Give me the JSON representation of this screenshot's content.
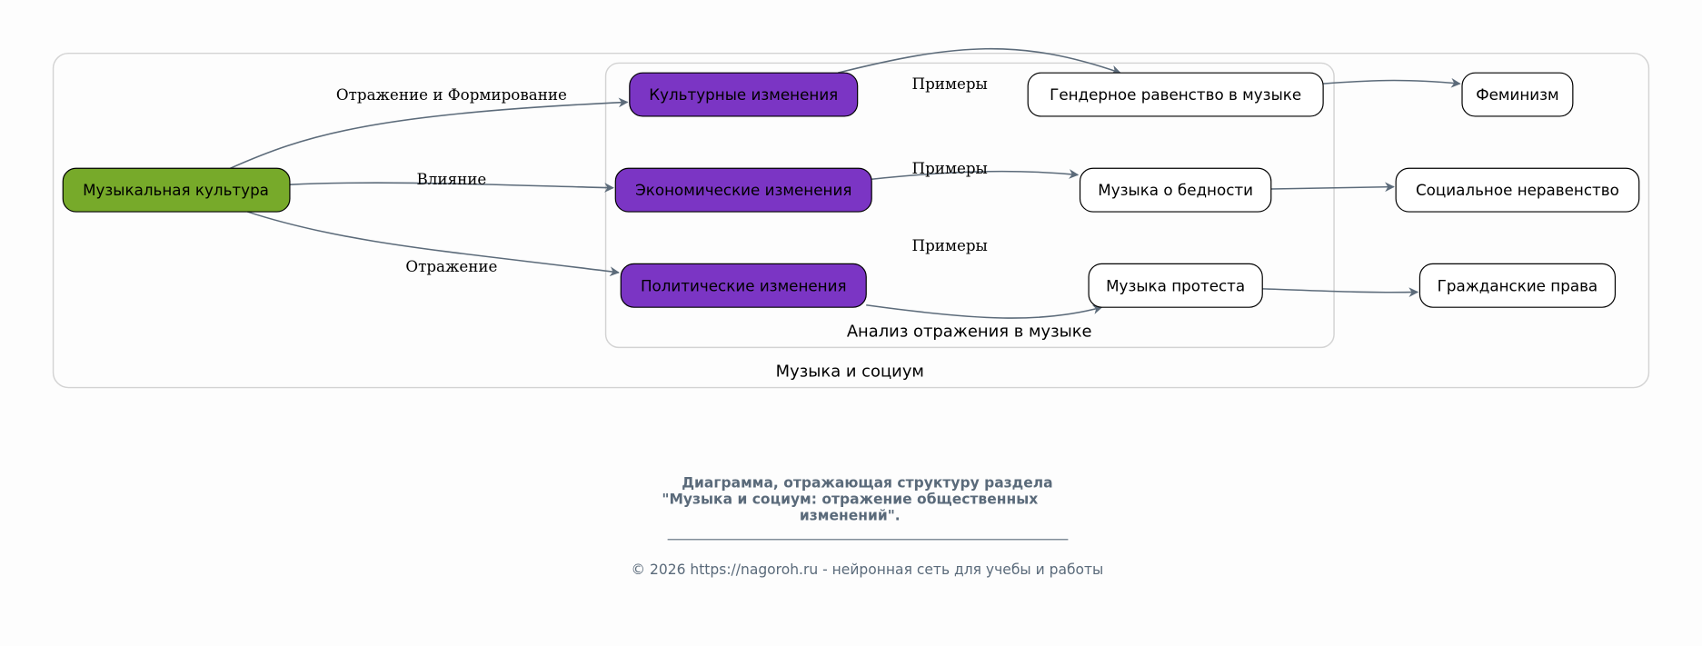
{
  "clusters": {
    "outer": "Музыка и социум",
    "inner": "Анализ отражения в музыке"
  },
  "nodes": {
    "music_culture": "Музыкальная культура",
    "cultural": "Культурные изменения",
    "economic": "Экономические изменения",
    "political": "Политические изменения",
    "gender": "Гендерное равенство в музыке",
    "poverty": "Музыка о бедности",
    "protest": "Музыка протеста",
    "feminism": "Феминизм",
    "inequality": "Социальное неравенство",
    "civil_rights": "Гражданские права"
  },
  "edges": {
    "to_cultural": "Отражение и Формирование",
    "to_economic": "Влияние",
    "to_political": "Отражение",
    "examples_1": "Примеры",
    "examples_2": "Примеры",
    "examples_3": "Примеры"
  },
  "caption": {
    "line1": "Диаграмма, отражающая структуру раздела",
    "line2": "\"Музыка и социум: отражение общественных",
    "line3": "изменений\".",
    "copyright": "© 2026 https://nagoroh.ru - нейронная сеть для учебы и работы"
  },
  "colors": {
    "root": "#77aa2a",
    "category": "#7b35c4",
    "leaf": "#ffffff",
    "edge": "#5c6b7a",
    "caption": "#5a6a7a"
  }
}
